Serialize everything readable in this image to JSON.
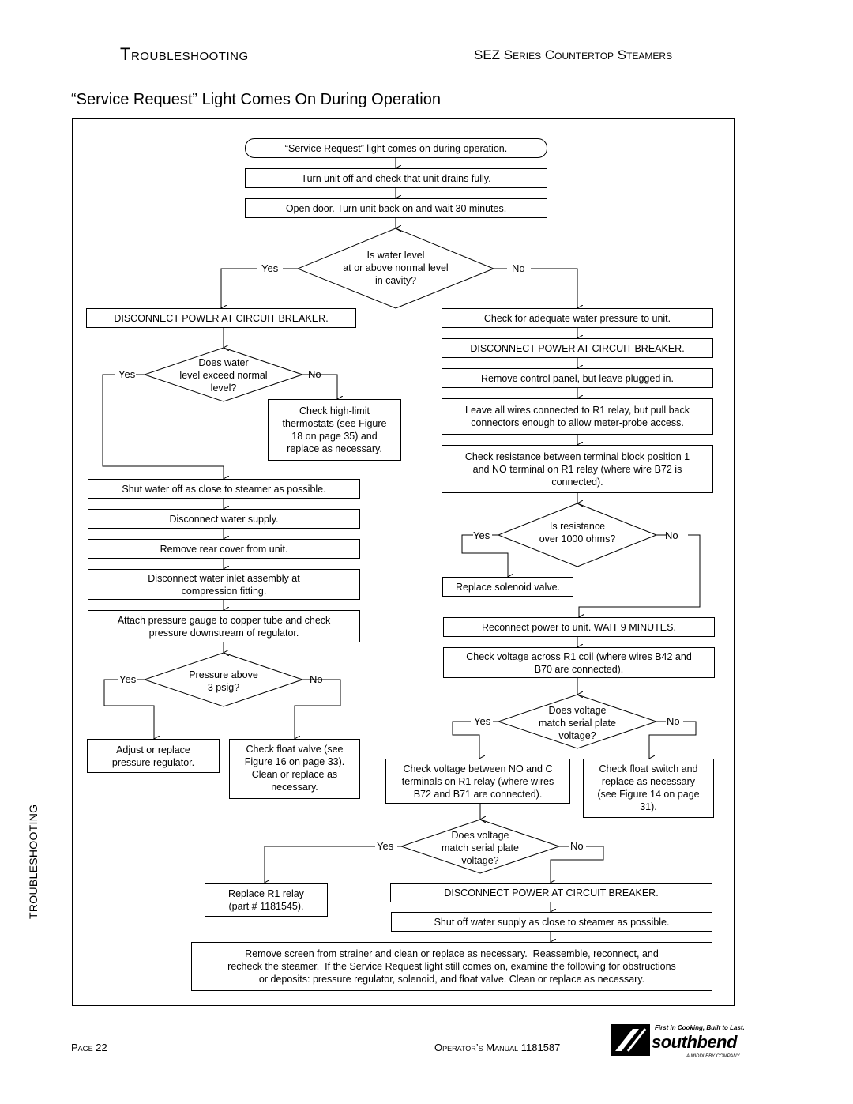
{
  "header": {
    "left": "Troubleshooting",
    "right": "SEZ Series Countertop Steamers"
  },
  "title": "“Service Request” Light Comes On During Operation",
  "side_label": "TROUBLESHOOTING",
  "flow": {
    "start": "“Service Request” light comes on during operation.",
    "drain": "Turn unit off and check that unit drains fully.",
    "open_door": "Open door. Turn unit back on and wait 30 minutes.",
    "q_water_level": "Is water level\nat or above normal level\nin cavity?",
    "yes": "Yes",
    "no": "No",
    "disconnect_power": "DISCONNECT POWER AT CIRCUIT BREAKER.",
    "q_exceed": "Does water\nlevel exceed normal\nlevel?",
    "check_highlimit": "Check high-limit\nthermostats (see Figure\n18 on page 35) and\nreplace as necessary.",
    "shut_water": "Shut water off as close to steamer as possible.",
    "disconnect_water": "Disconnect water supply.",
    "remove_rear": "Remove rear cover from unit.",
    "disconnect_inlet": "Disconnect water inlet assembly at\ncompression fitting.",
    "attach_gauge": "Attach pressure gauge to copper tube and check\npressure downstream of regulator.",
    "q_pressure": "Pressure above\n3 psig?",
    "adjust_regulator": "Adjust or replace\npressure regulator.",
    "check_float_valve": "Check float valve (see\nFigure 16 on page 33).\nClean or replace as\nnecessary.",
    "check_water_pressure": "Check for adequate water pressure to unit.",
    "remove_panel": "Remove control panel, but leave plugged in.",
    "leave_wires": "Leave all wires connected to R1 relay, but pull back\nconnectors enough to allow meter-probe access.",
    "check_resistance": "Check resistance between terminal block position 1\nand NO terminal on R1 relay (where wire B72 is\nconnected).",
    "q_resistance": "Is resistance\nover 1000 ohms?",
    "replace_solenoid": "Replace solenoid valve.",
    "reconnect_power": "Reconnect power to unit. WAIT 9 MINUTES.",
    "check_voltage_coil": "Check voltage across R1 coil (where wires B42 and\nB70 are connected).",
    "q_voltage": "Does voltage\nmatch serial plate\nvoltage?",
    "check_voltage_no_c": "Check voltage between NO and C\nterminals on R1 relay (where wires\nB72 and B71 are connected).",
    "check_float_switch": "Check float switch and\nreplace as necessary\n(see Figure 14 on page\n31).",
    "replace_relay": "Replace R1 relay\n(part # 1181545).",
    "shut_supply": "Shut off water supply as close to steamer as possible.",
    "final": "Remove screen from strainer and clean or replace as necessary.  Reassemble, reconnect, and\nrecheck the steamer.  If the Service Request light still comes on, examine the following for obstructions\nor deposits: pressure regulator, solenoid, and float valve. Clean or replace as necessary."
  },
  "footer": {
    "page": "Page 22",
    "manual": "Operator’s Manual 1181587",
    "logo_tagline": "First in Cooking, Built to Last.",
    "logo_brand": "southbend",
    "logo_sub": "A MIDDLEBY COMPANY"
  }
}
